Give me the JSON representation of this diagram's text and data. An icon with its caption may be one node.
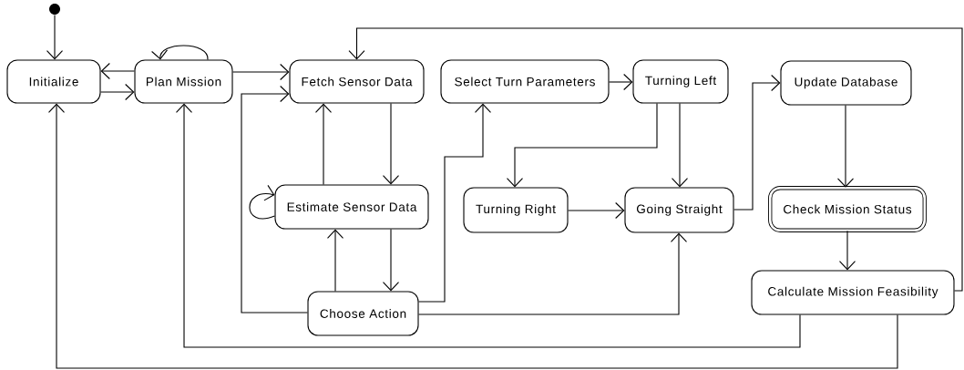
{
  "diagram": {
    "nodes": [
      {
        "text": [],
        "shape": "circle"
      },
      {
        "text": [
          "Initialize"
        ]
      },
      {
        "text": [
          "Plan Mission"
        ]
      },
      {
        "text": [
          "Fetch Sensor Data"
        ]
      },
      {
        "text": [
          "Select Turn Parameters"
        ]
      },
      {
        "text": [
          "Turning Left"
        ]
      },
      {
        "text": [
          "Update Database"
        ]
      },
      {
        "text": [
          "Estimate Sensor Data"
        ]
      },
      {
        "text": [
          "Turning Right"
        ]
      },
      {
        "text": [
          "Going Straight"
        ]
      },
      {
        "text": [
          "Check Mission Status"
        ]
      },
      {
        "text": [
          "Choose Action"
        ]
      },
      {
        "text": [
          "Calculate Mission Feasibility"
        ]
      }
    ],
    "edges": [
      {
        "from": 0,
        "to": 1,
        "arrow": "to"
      },
      {
        "from": 2,
        "to": 1,
        "arrow": "to"
      },
      {
        "from": 1,
        "to": 2,
        "arrow": "to"
      },
      {
        "from": 2,
        "to": 2,
        "arrow": "to"
      },
      {
        "from": 2,
        "to": 3,
        "arrow": "to"
      },
      {
        "from": 11,
        "to": 3,
        "arrow": "to"
      },
      {
        "from": 12,
        "to": 3,
        "arrow": "to"
      },
      {
        "from": 7,
        "to": 3,
        "arrow": "to"
      },
      {
        "from": 3,
        "to": 7,
        "arrow": "to"
      },
      {
        "from": 7,
        "to": 7,
        "arrow": "to"
      },
      {
        "from": 11,
        "to": 7,
        "arrow": "to"
      },
      {
        "from": 7,
        "to": 11,
        "arrow": "to"
      },
      {
        "from": 11,
        "to": 4,
        "arrow": "to"
      },
      {
        "from": 4,
        "to": 5,
        "arrow": "to"
      },
      {
        "from": 5,
        "to": 8,
        "arrow": "to"
      },
      {
        "from": 5,
        "to": 9,
        "arrow": "to"
      },
      {
        "from": 8,
        "to": 9,
        "arrow": "to"
      },
      {
        "from": 11,
        "to": 9,
        "arrow": "to"
      },
      {
        "from": 9,
        "to": 6,
        "arrow": "to"
      },
      {
        "from": 6,
        "to": 10,
        "arrow": "to"
      },
      {
        "from": 10,
        "to": 12,
        "arrow": "to"
      },
      {
        "from": 12,
        "to": 2,
        "arrow": "to"
      },
      {
        "from": 12,
        "to": 1,
        "arrow": "to"
      }
    ]
  }
}
